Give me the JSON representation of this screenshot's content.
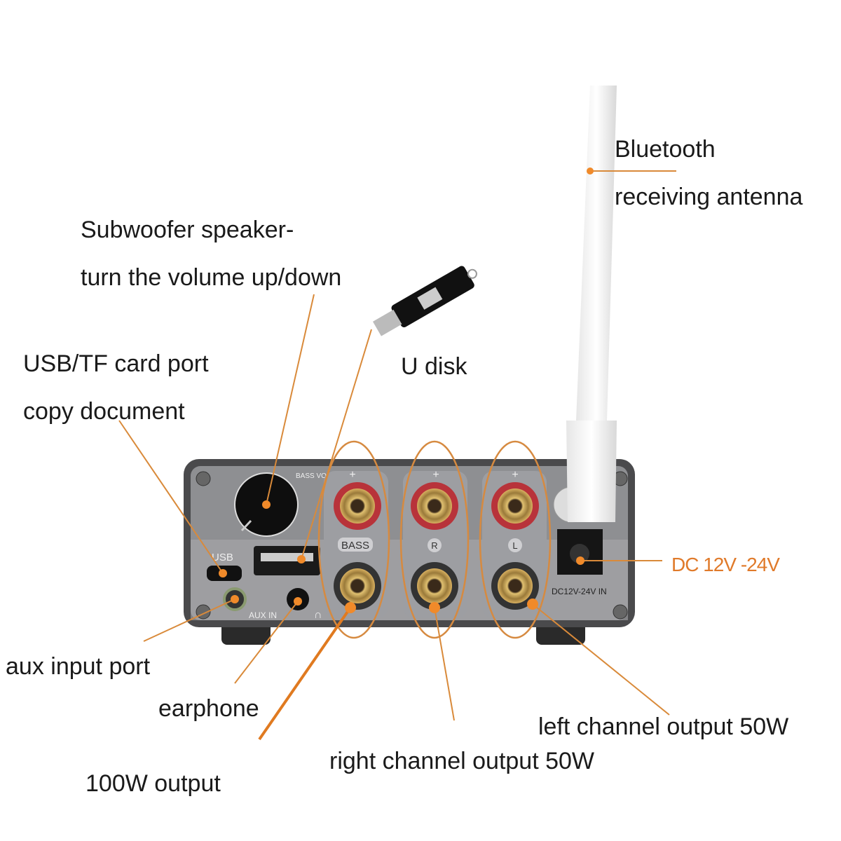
{
  "labels": {
    "antenna_line1": "Bluetooth",
    "antenna_line2": "receiving antenna",
    "subwoofer_line1": "Subwoofer speaker-",
    "subwoofer_line2": "turn the volume up/down",
    "usb_line1": "USB/TF card port",
    "usb_line2": "copy document",
    "u_disk": "U disk",
    "dc": "DC 12V -24V",
    "aux": "aux input port",
    "earphone": "earphone",
    "output_100w": "100W output",
    "right_channel": "right channel output 50W",
    "left_channel": "left channel output 50W"
  },
  "panel": {
    "bass_vol": "BASS VOL",
    "bass": "BASS",
    "r": "R",
    "l": "L",
    "plus": "+",
    "minus": "−",
    "usb": "USB",
    "aux_in": "AUX IN",
    "dc_in": "DC12V-24V IN"
  },
  "colors": {
    "accent": "#d98a3a",
    "dc_text": "#e07a2a"
  }
}
